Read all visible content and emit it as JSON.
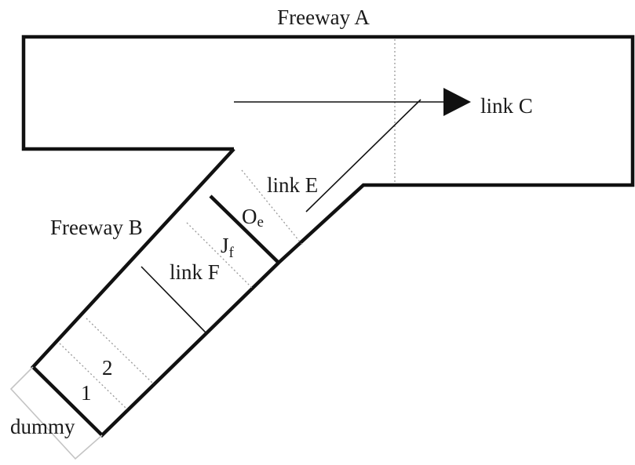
{
  "title": "Freeway A",
  "labels": {
    "freeway_b": "Freeway B",
    "link_c": "link C",
    "link_e": "link E",
    "link_f": "link F",
    "oe_main": "O",
    "oe_sub": "e",
    "jf_main": "J",
    "jf_sub": "f",
    "cell_1": "1",
    "cell_2": "2",
    "dummy": "dummy"
  },
  "colors": {
    "line": "#111111",
    "dotted": "#9a9a9a",
    "faint": "#c4c4c4"
  }
}
